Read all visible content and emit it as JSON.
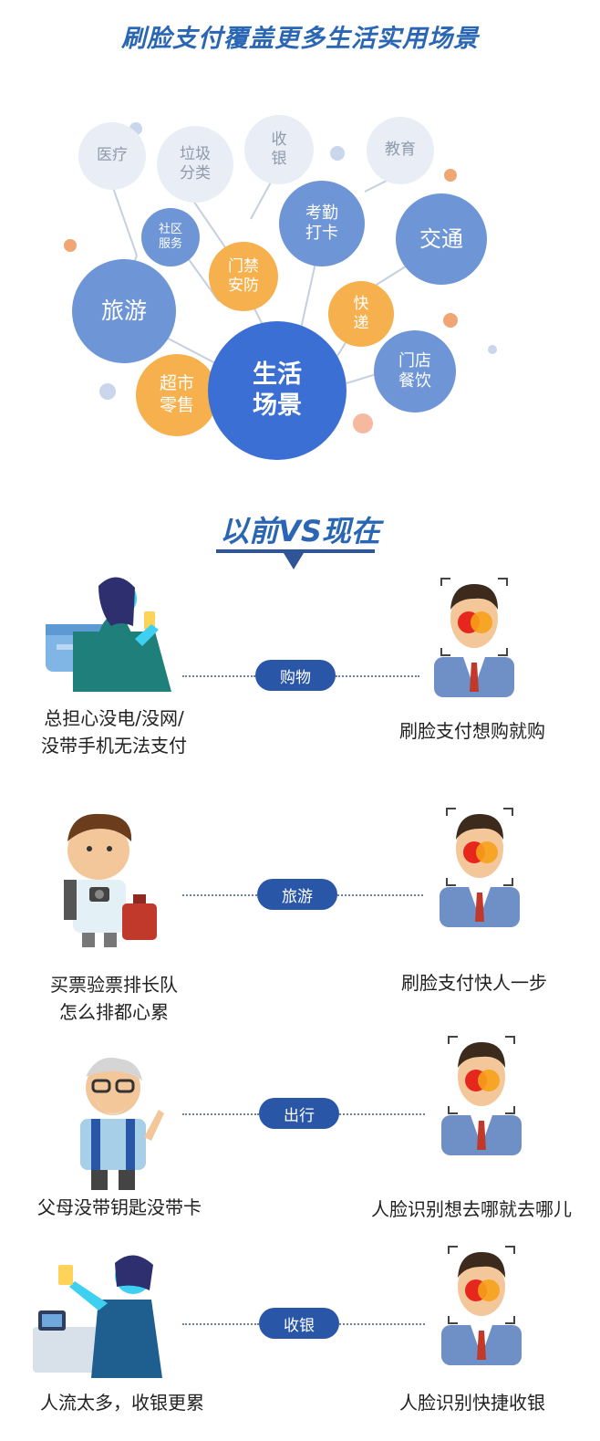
{
  "header": {
    "title": "刷脸支付覆盖更多生活实用场景"
  },
  "bubbles": {
    "center": "生活\n场景",
    "medical": "医疗",
    "garbage": "垃圾\n分类",
    "cashier": "收\n银",
    "education": "教育",
    "community": "社区\n服务",
    "attendance": "考勤\n打卡",
    "traffic": "交通",
    "travel": "旅游",
    "access": "门禁\n安防",
    "express": "快\n递",
    "restaurant": "门店\n餐饮",
    "supermarket": "超市\n零售"
  },
  "comparison": {
    "title": "以前VS现在",
    "rows": [
      {
        "label": "购物",
        "before": "总担心没电/没网/\n没带手机无法支付",
        "after": "刷脸支付想购就购"
      },
      {
        "label": "旅游",
        "before": "买票验票排长队\n怎么排都心累",
        "after": "刷脸支付快人一步"
      },
      {
        "label": "出行",
        "before": "父母没带钥匙没带卡",
        "after": "人脸识别想去哪就去哪儿"
      },
      {
        "label": "收银",
        "before": "人流太多，收银更累",
        "after": "人脸识别快捷收银"
      }
    ]
  },
  "colors": {
    "accent": "#2a66b4",
    "pill": "#2a56a8",
    "bubble_blue": "#6e95d6",
    "bubble_orange": "#f6b04d",
    "bubble_pale": "#e9eef6"
  }
}
